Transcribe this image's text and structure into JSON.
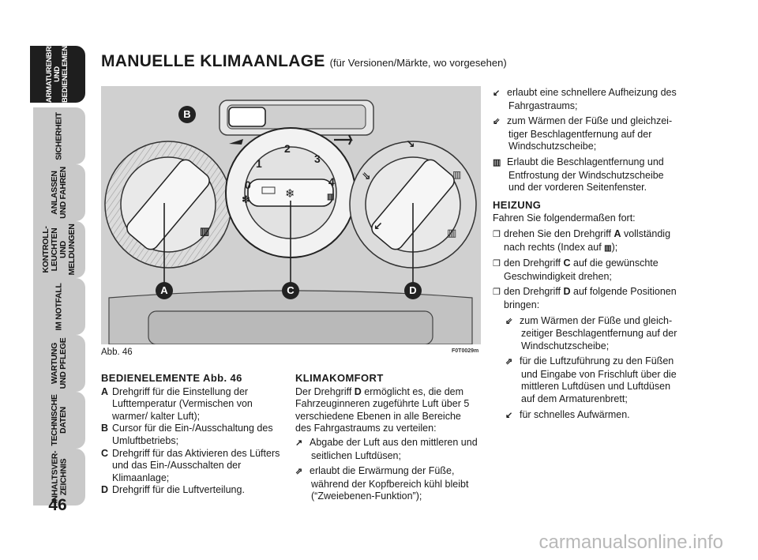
{
  "sidebar": {
    "tabs": [
      {
        "label": "ARMATURENBRETT\nUND\nBEDIENELEMENTEB",
        "active": true
      },
      {
        "label": "SICHERHEIT",
        "active": false
      },
      {
        "label": "ANLASSEN\nUND FAHREN",
        "active": false
      },
      {
        "label": "KONTROLL-\nLEUCHTEN UND\nMELDUNGEN",
        "active": false
      },
      {
        "label": "IM NOTFALL",
        "active": false
      },
      {
        "label": "WARTUNG\nUND PFLEGE",
        "active": false
      },
      {
        "label": "TECHNISCHE\nDATEN",
        "active": false
      },
      {
        "label": "INHALTSVER-\nZEICHNIS",
        "active": false
      }
    ],
    "page_number": "46"
  },
  "title": {
    "main": "MANUELLE KLIMAANLAGE",
    "sub": "(für Versionen/Märkte, wo vorgesehen)"
  },
  "figure": {
    "caption": "Abb. 46",
    "code": "F0T0029m",
    "callouts": [
      "A",
      "B",
      "C",
      "D"
    ],
    "fan_positions": [
      "0",
      "1",
      "2",
      "3",
      "4"
    ]
  },
  "col1": {
    "heading": "BEDIENELEMENTE Abb. 46",
    "items": [
      {
        "key": "A",
        "text": "Drehgriff für die Einstellung der Lufttem­peratur (Vermischen von warmer/ kalter Luft);"
      },
      {
        "key": "B",
        "text": "Cursor für die Ein-/Ausschaltung des Umluftbetriebs;"
      },
      {
        "key": "C",
        "text": "Drehgriff für das Aktivieren des Lüfters und das Ein-/Ausschalten der Klimaan­lage;"
      },
      {
        "key": "D",
        "text": "Drehgriff  für die Luftverteilung."
      }
    ]
  },
  "col2": {
    "heading": "KLIMAKOMFORT",
    "intro_before": "Der Drehgriff ",
    "intro_key": "D",
    "intro_after": " ermöglicht es, die dem Fahrzeuginneren zugeführte Luft über 5 verschiedene Ebenen in alle Bereiche des Fahrgastraums zu verteilen:",
    "items": [
      {
        "icon": "air-face-icon",
        "text": "Abgabe der Luft aus den mittleren und seitlichen Luftdüsen;"
      },
      {
        "icon": "air-face-feet-icon",
        "text": "erlaubt die Erwärmung der Füße, während der Kopfbereich kühl bleibt (“Zweiebenen-Funktion”);"
      }
    ]
  },
  "col3": {
    "items_top": [
      {
        "icon": "air-feet-icon",
        "text": "erlaubt eine schnellere Aufheizung des Fahrgastraums;"
      },
      {
        "icon": "air-feet-defrost-icon",
        "text": "zum Wärmen der Füße und gleichzei­tiger Beschlagentfernung auf der Wind­schutzscheibe;"
      },
      {
        "icon": "defrost-icon",
        "text": "Erlaubt die Beschlagentfernung und Entfrostung der Windschutzscheibe und der vorderen Seitenfenster."
      }
    ],
    "heading": "HEIZUNG",
    "intro": "Fahren Sie folgendermaßen fort:",
    "bullet1_before": "drehen Sie den Drehgriff ",
    "bullet1_key": "A",
    "bullet1_after": " vollständig nach rechts (Index auf ",
    "bullet1_end": ");",
    "bullet2_before": "den Drehgriff ",
    "bullet2_key": "C",
    "bullet2_after": " auf die gewünschte Ge­schwindigkeit drehen;",
    "bullet3_before": "den Drehgriff  ",
    "bullet3_key": "D",
    "bullet3_after": " auf folgende Positio­nen bringen:",
    "sub_items": [
      {
        "icon": "air-feet-defrost-icon",
        "text": "zum Wärmen der Füße und gleich­zeitiger Beschlagentfernung auf der Windschutzscheibe;"
      },
      {
        "icon": "air-face-feet-icon",
        "text": "für die Luftzuführung zu den Füßen und Eingabe von Frischluft über die mittleren Luftdüsen und Luftdüsen auf dem Armaturenbrett;"
      },
      {
        "icon": "air-feet-icon",
        "text": "für schnelles Aufwärmen."
      }
    ]
  },
  "watermark": "carmanualsonline.info"
}
